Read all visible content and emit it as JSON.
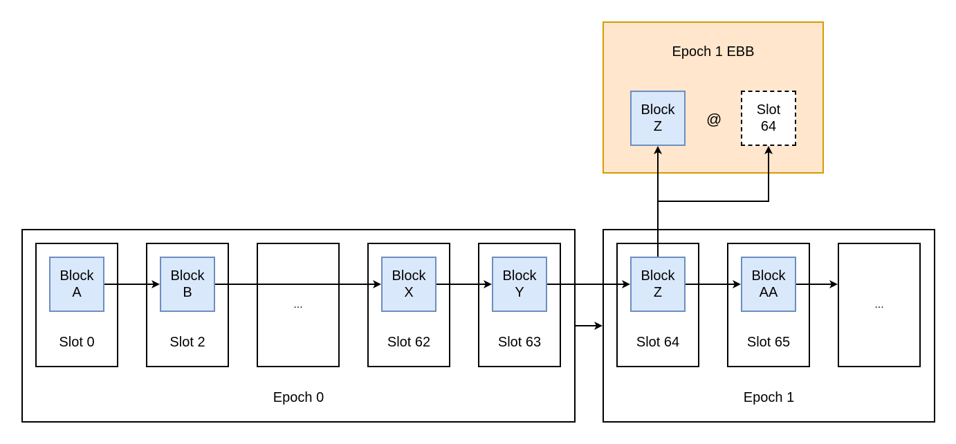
{
  "epochs": [
    {
      "label": "Epoch 0"
    },
    {
      "label": "Epoch 1"
    }
  ],
  "slots": [
    {
      "label": "Slot 0",
      "block_line1": "Block",
      "block_line2": "A"
    },
    {
      "label": "Slot 2",
      "block_line1": "Block",
      "block_line2": "B"
    },
    {
      "label": "",
      "ellipsis": "..."
    },
    {
      "label": "Slot 62",
      "block_line1": "Block",
      "block_line2": "X"
    },
    {
      "label": "Slot 63",
      "block_line1": "Block",
      "block_line2": "Y"
    },
    {
      "label": "Slot 64",
      "block_line1": "Block",
      "block_line2": "Z"
    },
    {
      "label": "Slot 65",
      "block_line1": "Block",
      "block_line2": "AA"
    },
    {
      "label": "",
      "ellipsis": "..."
    }
  ],
  "ebb": {
    "title": "Epoch 1 EBB",
    "block_line1": "Block",
    "block_line2": "Z",
    "at": "@",
    "slot_line1": "Slot",
    "slot_line2": "64"
  },
  "colors": {
    "block_fill": "#dae8fc",
    "block_stroke": "#6c8ebf",
    "ebb_fill": "#ffe6cc",
    "ebb_stroke": "#d79b00"
  }
}
